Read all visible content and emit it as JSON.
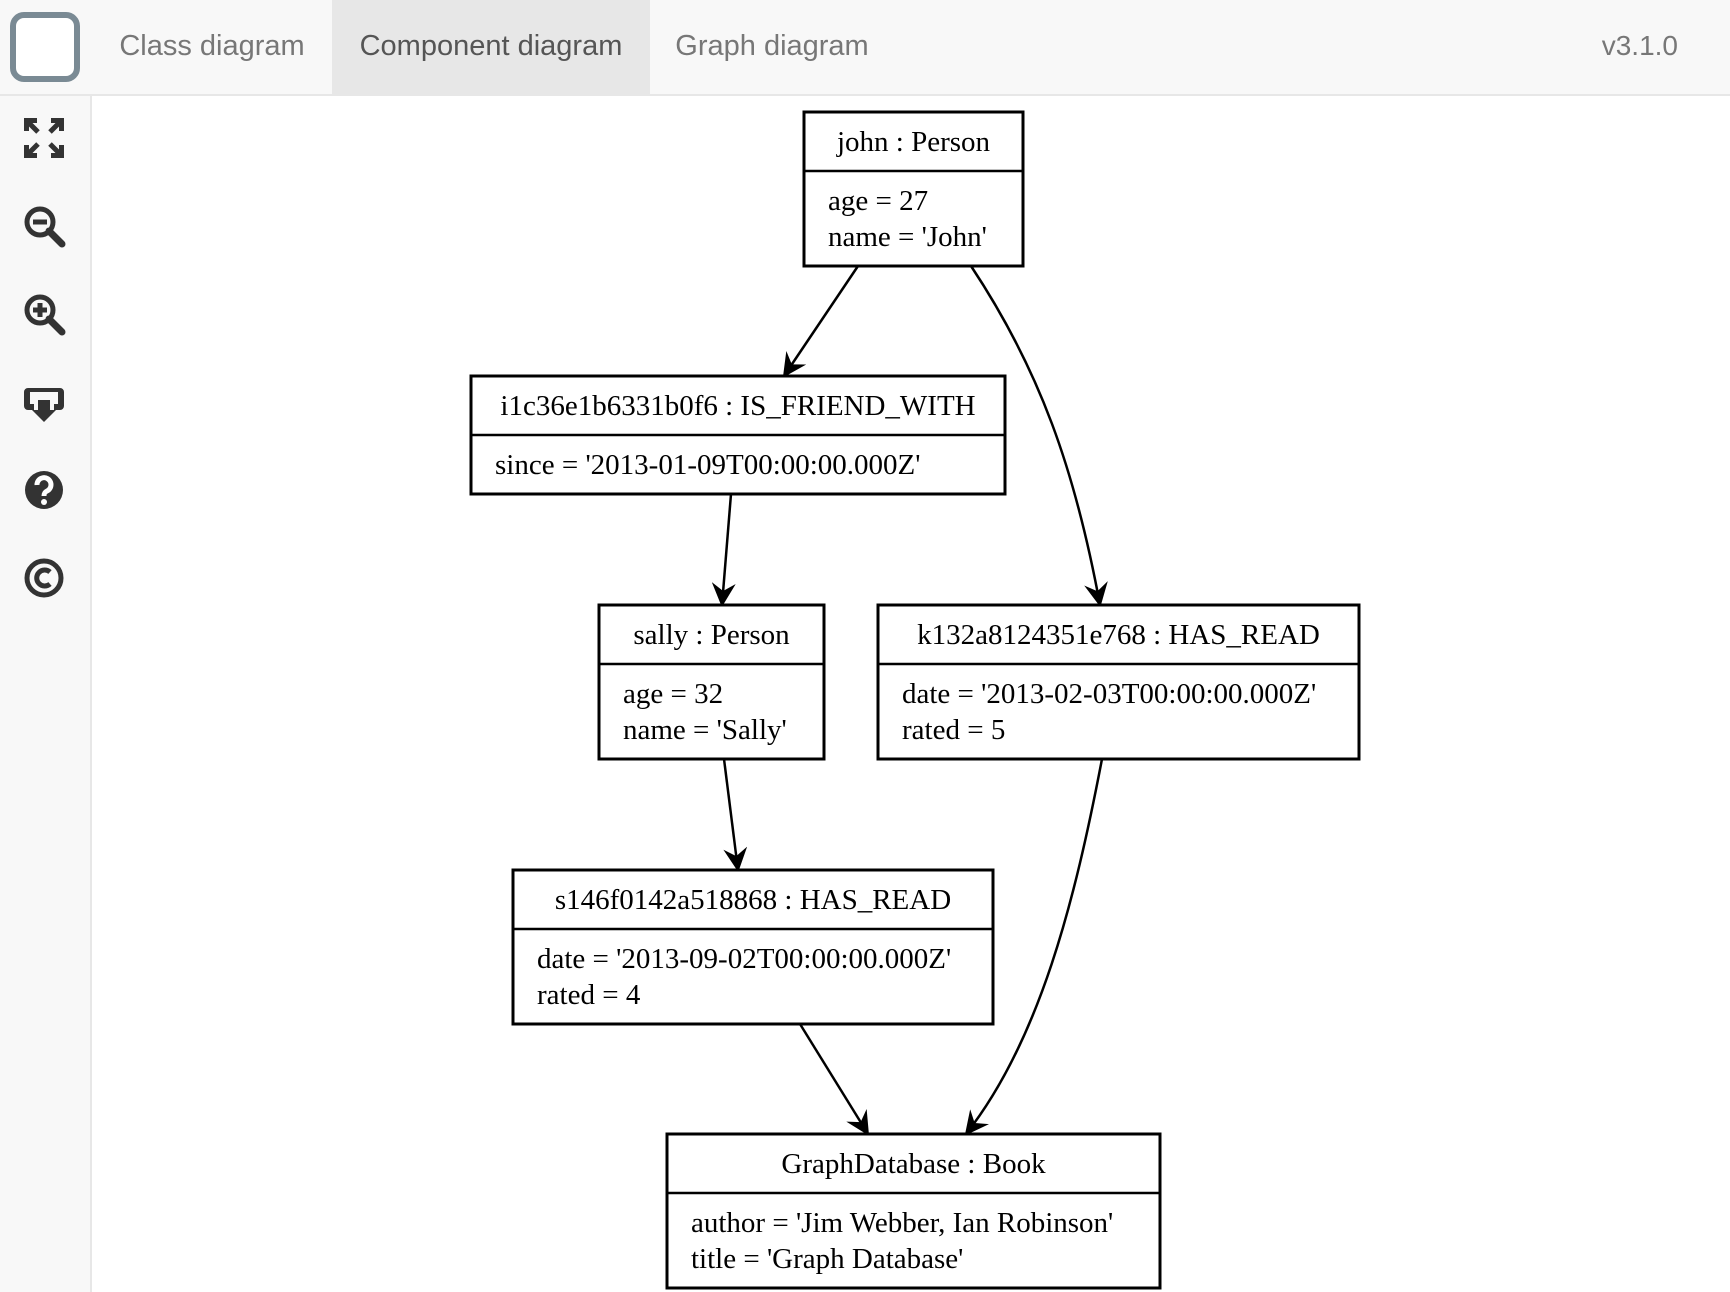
{
  "header": {
    "logo_icon": "rounded-square-logo",
    "tabs": [
      {
        "label": "Class diagram",
        "active": false
      },
      {
        "label": "Component diagram",
        "active": true
      },
      {
        "label": "Graph diagram",
        "active": false
      }
    ],
    "version": "v3.1.0"
  },
  "toolbar": {
    "tools": [
      {
        "icon": "fullscreen-icon"
      },
      {
        "icon": "zoom-out-icon"
      },
      {
        "icon": "zoom-in-icon"
      },
      {
        "icon": "download-icon"
      },
      {
        "icon": "help-icon"
      },
      {
        "icon": "copyright-icon"
      }
    ]
  },
  "diagram": {
    "nodes": [
      {
        "id": "john",
        "title": "john : Person",
        "attrs": [
          "age = 27",
          "name = 'John'"
        ]
      },
      {
        "id": "friend",
        "title": "i1c36e1b6331b0f6 : IS_FRIEND_WITH",
        "attrs": [
          "since = '2013-01-09T00:00:00.000Z'"
        ]
      },
      {
        "id": "sally",
        "title": "sally : Person",
        "attrs": [
          "age = 32",
          "name = 'Sally'"
        ]
      },
      {
        "id": "hasread1",
        "title": "k132a8124351e768 : HAS_READ",
        "attrs": [
          "date = '2013-02-03T00:00:00.000Z'",
          "rated = 5"
        ]
      },
      {
        "id": "hasread2",
        "title": "s146f0142a518868 : HAS_READ",
        "attrs": [
          "date = '2013-09-02T00:00:00.000Z'",
          "rated = 4"
        ]
      },
      {
        "id": "book",
        "title": "GraphDatabase : Book",
        "attrs": [
          "author = 'Jim Webber, Ian Robinson'",
          "title = 'Graph Database'"
        ]
      }
    ],
    "edges": [
      {
        "from": "john",
        "to": "friend"
      },
      {
        "from": "john",
        "to": "hasread1"
      },
      {
        "from": "friend",
        "to": "sally"
      },
      {
        "from": "sally",
        "to": "hasread2"
      },
      {
        "from": "hasread2",
        "to": "book"
      },
      {
        "from": "hasread1",
        "to": "book"
      }
    ]
  }
}
